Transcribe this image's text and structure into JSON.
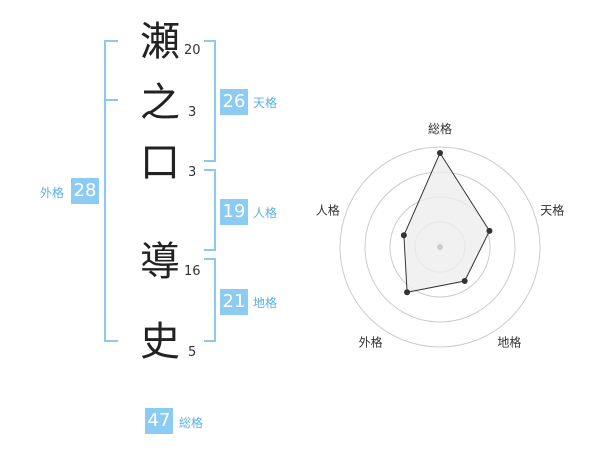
{
  "name": {
    "characters": [
      {
        "char": "瀬",
        "strokes": "20"
      },
      {
        "char": "之",
        "strokes": "3"
      },
      {
        "char": "口",
        "strokes": "3"
      },
      {
        "char": "導",
        "strokes": "16"
      },
      {
        "char": "史",
        "strokes": "5"
      }
    ]
  },
  "fortune": {
    "tenkaku": {
      "value": "26",
      "label": "天格"
    },
    "jinkaku": {
      "value": "19",
      "label": "人格"
    },
    "chikaku": {
      "value": "21",
      "label": "地格"
    },
    "gaikaku": {
      "value": "28",
      "label": "外格"
    },
    "soukaku": {
      "value": "47",
      "label": "総格"
    }
  },
  "chart_data": {
    "type": "radar",
    "axes": [
      "総格",
      "天格",
      "地格",
      "外格",
      "人格"
    ],
    "values": [
      47,
      26,
      21,
      28,
      19
    ],
    "levels": 4,
    "colors": {
      "ring": "#cccccc",
      "fill": "#eeeeee",
      "line": "#333333",
      "point": "#333333",
      "center": "#cccccc"
    }
  },
  "colors": {
    "accent": "#8ccbf2",
    "bracket": "#8cc8ef",
    "label": "#5ab0e6"
  }
}
